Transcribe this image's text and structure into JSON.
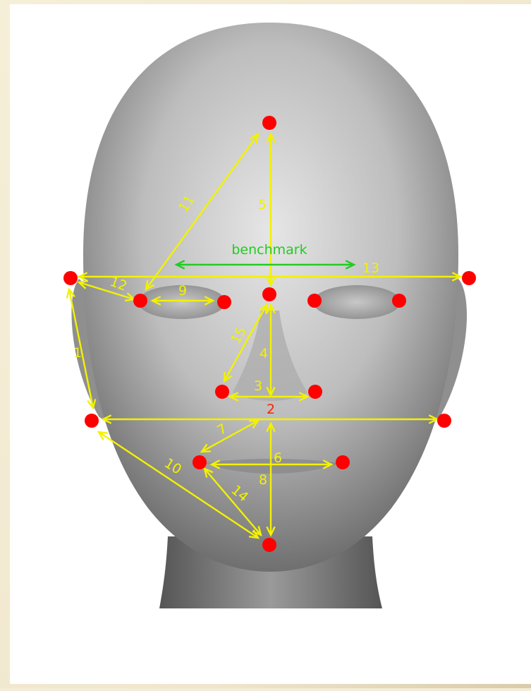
{
  "diagram": {
    "colors": {
      "background": "#f3ecd6",
      "panel": "#ffffff",
      "skin_light": "#d9d9d9",
      "skin_dark": "#7a7a7a",
      "landmark": "#ff0000",
      "measure": "#f2f200",
      "benchmark": "#22cc22",
      "highlight_label": "#ff2200"
    },
    "benchmark_label": "benchmark",
    "measurement_labels": {
      "m1": "1",
      "m2": "2",
      "m3": "3",
      "m4": "4",
      "m5": "5",
      "m6": "6",
      "m7": "7",
      "m8": "8",
      "m9": "9",
      "m10": "10",
      "m11": "11",
      "m12": "12",
      "m13": "13",
      "m14": "14",
      "m15": "15"
    }
  }
}
